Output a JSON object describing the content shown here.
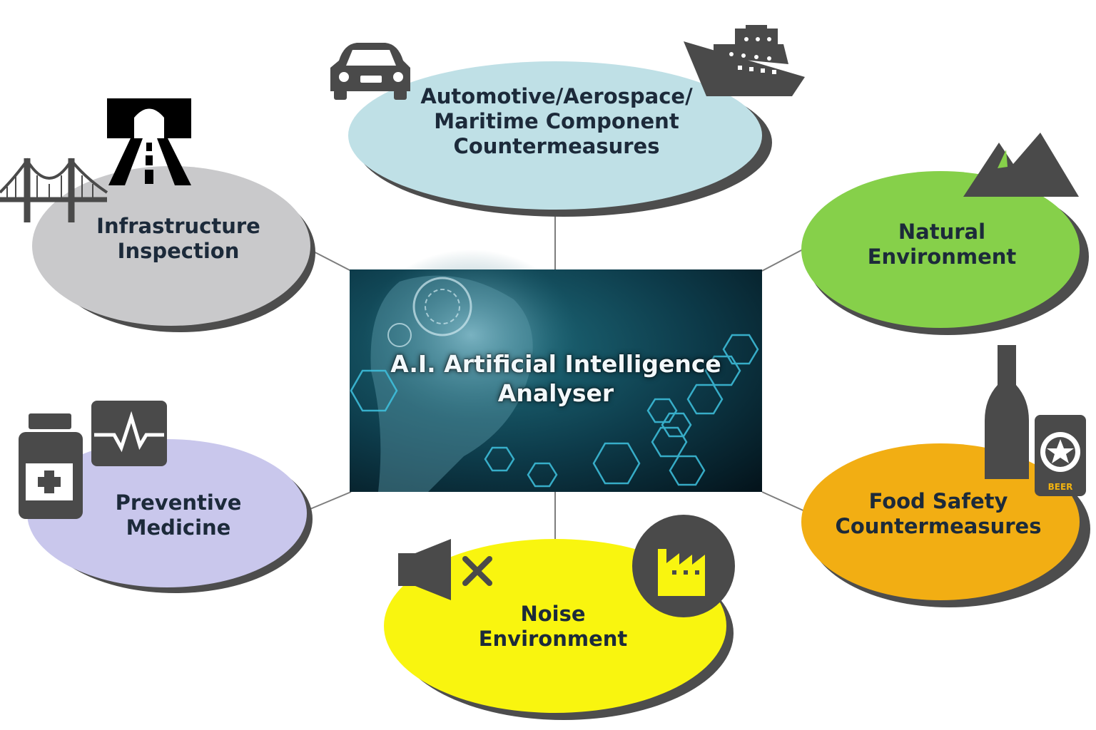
{
  "center": {
    "title_line1": "A.I. Artificial Intelligence",
    "title_line2": "Analyser"
  },
  "nodes": {
    "automotive": {
      "line1": "Automotive/Aerospace/",
      "line2": "Maritime Component",
      "line3": "Countermeasures",
      "color": "#bfe0e6"
    },
    "infrastructure": {
      "line1": "Infrastructure",
      "line2": "Inspection",
      "color": "#c9c9cb"
    },
    "natural": {
      "line1": "Natural",
      "line2": "Environment",
      "color": "#86d04a"
    },
    "medicine": {
      "line1": "Preventive",
      "line2": "Medicine",
      "color": "#c9c7ec"
    },
    "food": {
      "line1": "Food Safety",
      "line2": "Countermeasures",
      "color": "#f2ae13"
    },
    "noise": {
      "line1": "Noise",
      "line2": "Environment",
      "color": "#f9f50f"
    }
  },
  "icons": {
    "beer_label": "BEER",
    "icon_color": "#4a4a4a"
  }
}
